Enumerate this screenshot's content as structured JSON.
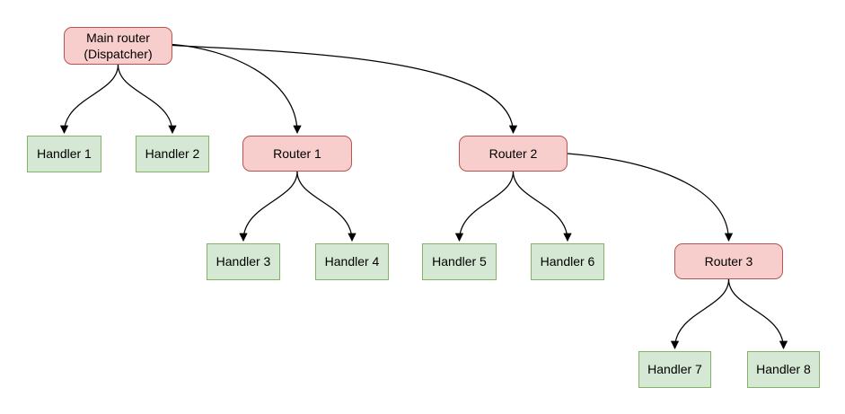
{
  "diagram": {
    "colors": {
      "background": "#ffffff",
      "router_fill": "#f8cecc",
      "router_border": "#b85450",
      "handler_fill": "#d5e8d4",
      "handler_border": "#82b366",
      "edge": "#000000"
    },
    "nodes": {
      "main_router": {
        "label": "Main router\n(Dispatcher)",
        "type": "router"
      },
      "handler1": {
        "label": "Handler 1",
        "type": "handler"
      },
      "handler2": {
        "label": "Handler 2",
        "type": "handler"
      },
      "router1": {
        "label": "Router 1",
        "type": "router"
      },
      "router2": {
        "label": "Router 2",
        "type": "router"
      },
      "handler3": {
        "label": "Handler 3",
        "type": "handler"
      },
      "handler4": {
        "label": "Handler 4",
        "type": "handler"
      },
      "handler5": {
        "label": "Handler 5",
        "type": "handler"
      },
      "handler6": {
        "label": "Handler 6",
        "type": "handler"
      },
      "router3": {
        "label": "Router 3",
        "type": "router"
      },
      "handler7": {
        "label": "Handler 7",
        "type": "handler"
      },
      "handler8": {
        "label": "Handler 8",
        "type": "handler"
      }
    },
    "edges": [
      {
        "from": "main_router",
        "to": "handler1"
      },
      {
        "from": "main_router",
        "to": "handler2"
      },
      {
        "from": "main_router",
        "to": "router1"
      },
      {
        "from": "main_router",
        "to": "router2"
      },
      {
        "from": "router1",
        "to": "handler3"
      },
      {
        "from": "router1",
        "to": "handler4"
      },
      {
        "from": "router2",
        "to": "handler5"
      },
      {
        "from": "router2",
        "to": "handler6"
      },
      {
        "from": "router2",
        "to": "router3"
      },
      {
        "from": "router3",
        "to": "handler7"
      },
      {
        "from": "router3",
        "to": "handler8"
      }
    ]
  }
}
